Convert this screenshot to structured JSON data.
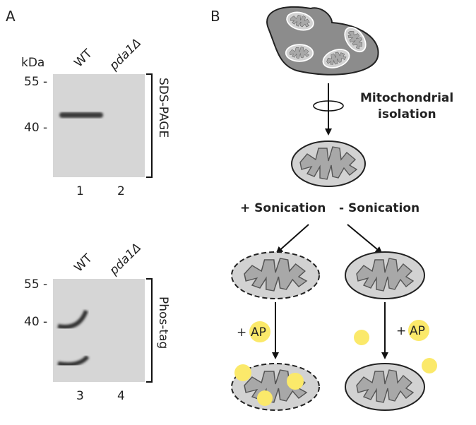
{
  "panel_a": {
    "label": "A",
    "kda_label": "kDa",
    "blot_top": {
      "lanes": [
        "WT",
        "pda1Δ"
      ],
      "markers": [
        "55 -",
        "40 -"
      ],
      "method": "SDS-PAGE",
      "lane_numbers": [
        "1",
        "2"
      ]
    },
    "blot_bottom": {
      "lanes": [
        "WT",
        "pda1Δ"
      ],
      "markers": [
        "55 -",
        "40 -"
      ],
      "method": "Phos-tag",
      "lane_numbers": [
        "3",
        "4"
      ]
    }
  },
  "panel_b": {
    "label": "B",
    "step1": "Mitochondrial",
    "step1b": "isolation",
    "plus_sonication": "+ Sonication",
    "minus_sonication": "- Sonication",
    "plus_sign": "+",
    "ap_label": "AP",
    "colors": {
      "ap": "#fbe96a",
      "cell": "#8c8c8c",
      "mito": "#d2d2d2",
      "cristae": "#a8a8a8"
    }
  }
}
